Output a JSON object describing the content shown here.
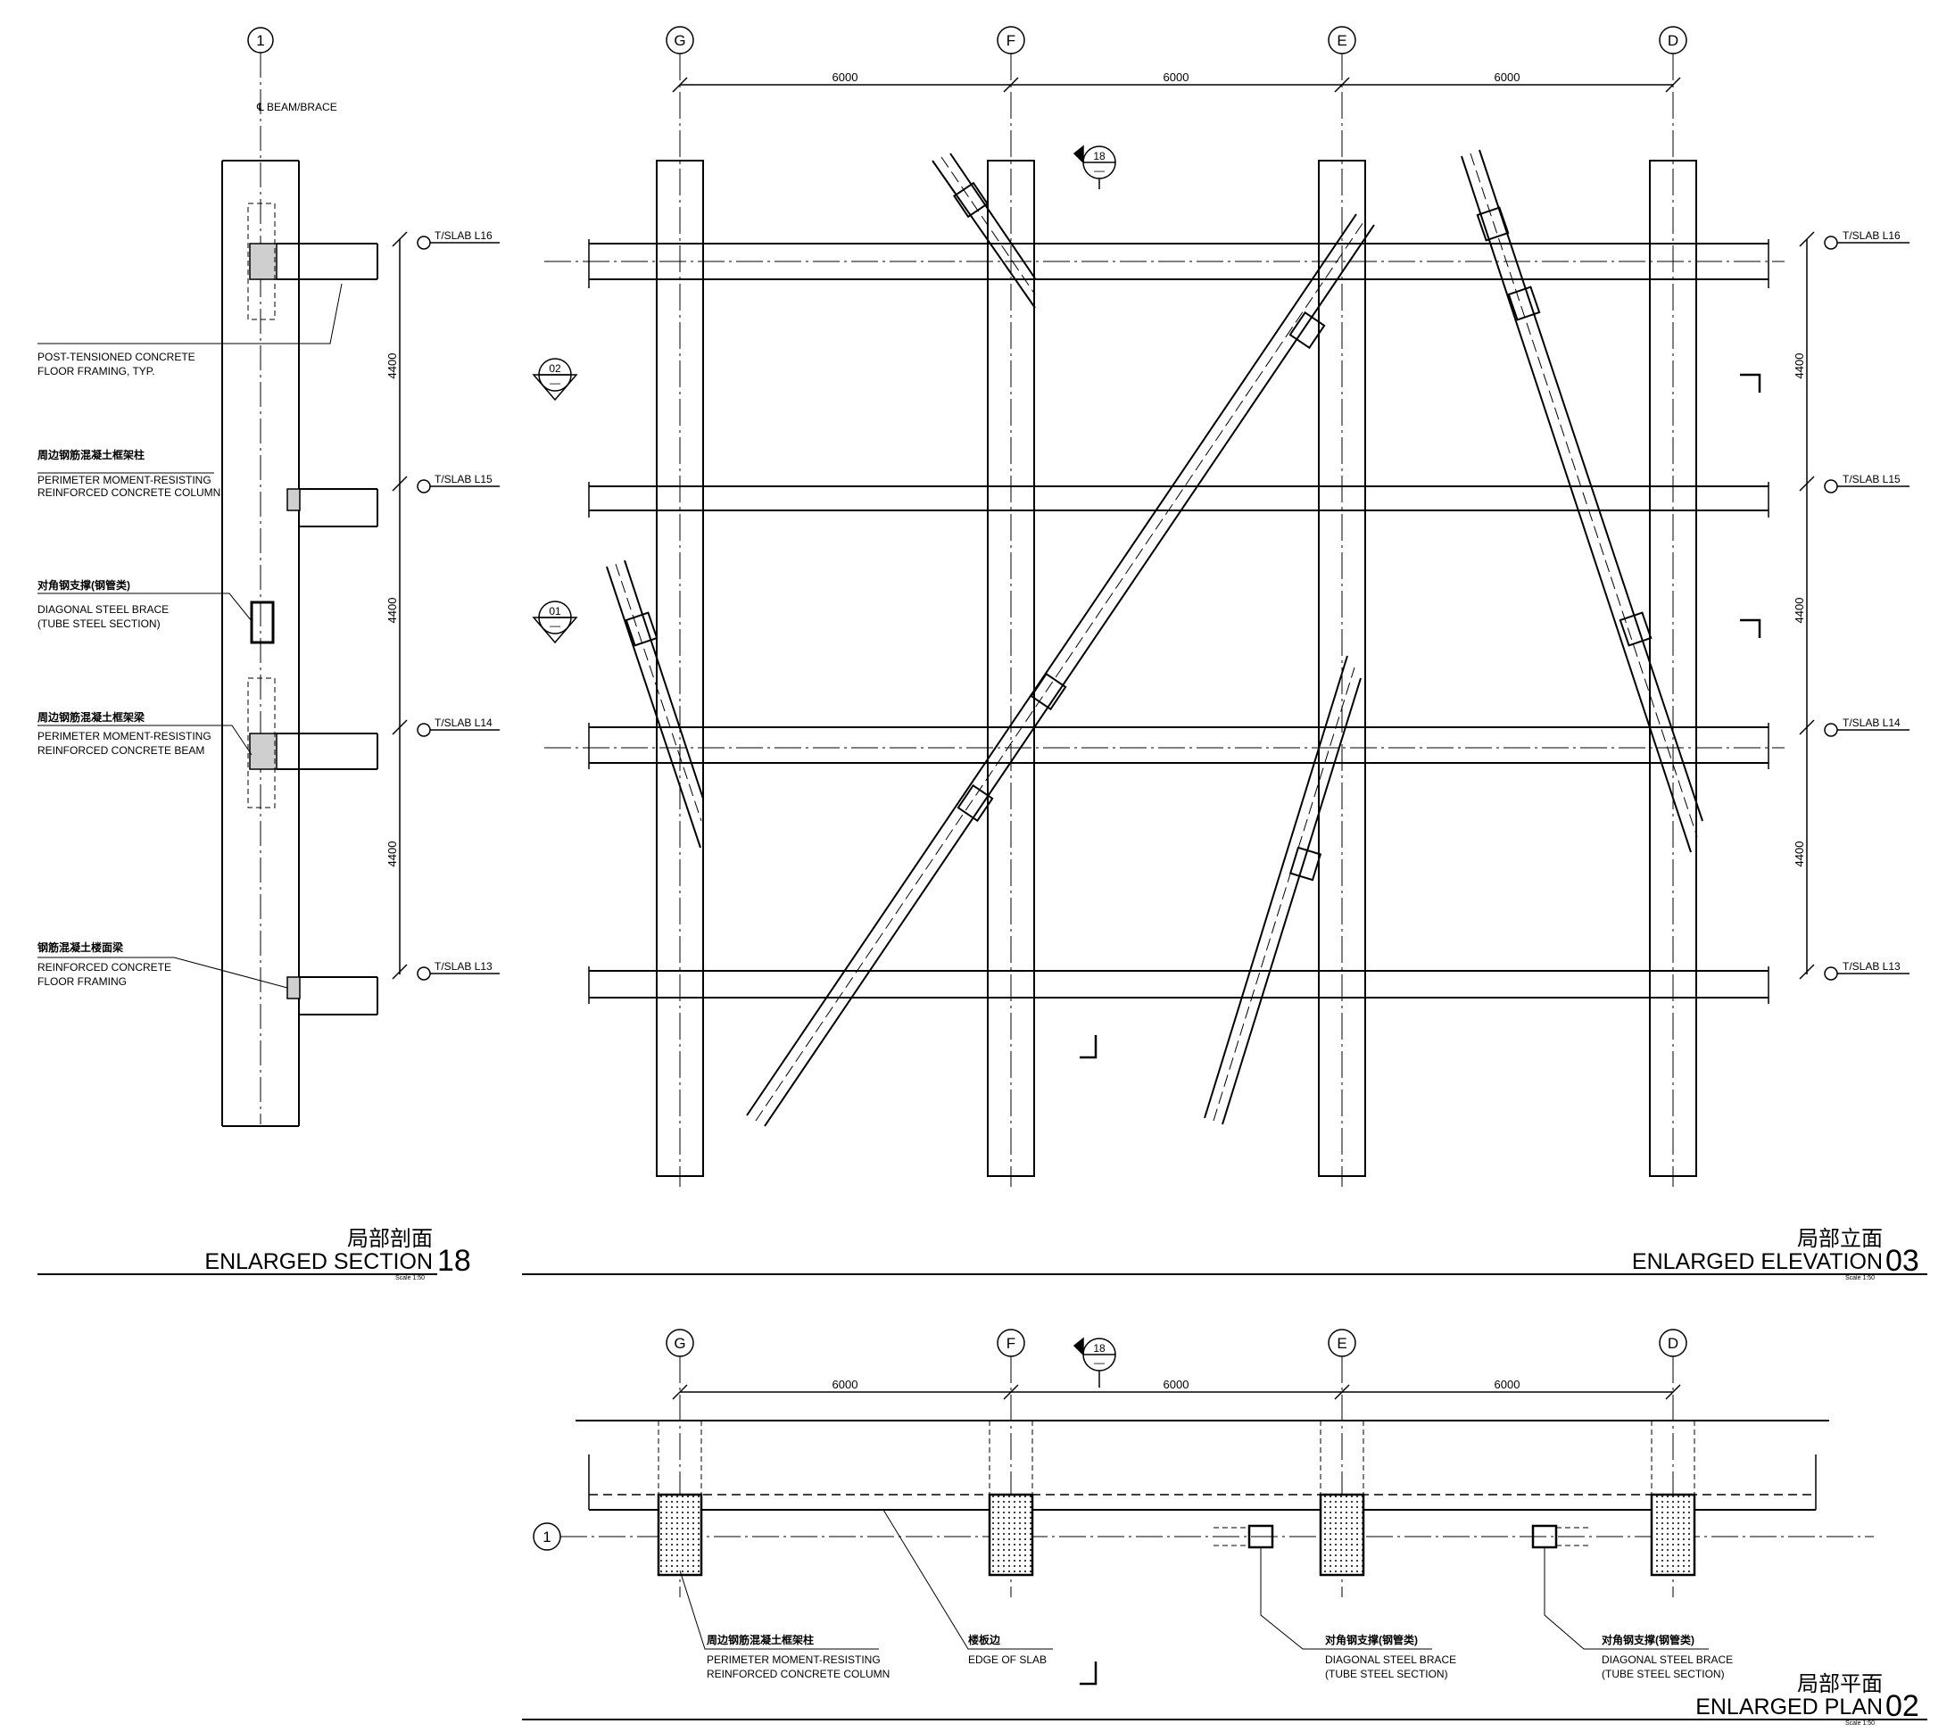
{
  "section": {
    "grid_label": "1",
    "beam_brace_label": "℄ BEAM/BRACE",
    "levels": [
      "T/SLAB L16",
      "T/SLAB L15",
      "T/SLAB L14",
      "T/SLAB L13"
    ],
    "dims": [
      "4400",
      "4400",
      "4400"
    ],
    "notes": [
      {
        "cn": "",
        "en1": "POST-TENSIONED CONCRETE",
        "en2": "FLOOR FRAMING, TYP."
      },
      {
        "cn": "周边钢筋混凝土框架柱",
        "en1": "PERIMETER MOMENT-RESISTING",
        "en2": "REINFORCED CONCRETE COLUMN"
      },
      {
        "cn": "对角钢支撑(钢管类)",
        "en1": "DIAGONAL STEEL BRACE",
        "en2": "(TUBE STEEL SECTION)"
      },
      {
        "cn": "周边钢筋混凝土框架梁",
        "en1": "PERIMETER MOMENT-RESISTING",
        "en2": "REINFORCED CONCRETE BEAM"
      },
      {
        "cn": "钢筋混凝土楼面梁",
        "en1": "REINFORCED CONCRETE",
        "en2": "FLOOR FRAMING"
      }
    ],
    "title_cn": "局部剖面",
    "title_en": "ENLARGED SECTION",
    "title_no": "18",
    "scale": "Scale 1:50"
  },
  "elevation": {
    "grids": [
      "G",
      "F",
      "E",
      "D"
    ],
    "dims": [
      "6000",
      "6000",
      "6000"
    ],
    "levels": [
      "T/SLAB L16",
      "T/SLAB L15",
      "T/SLAB L14",
      "T/SLAB L13"
    ],
    "vdims": [
      "4400",
      "4400",
      "4400"
    ],
    "callout_18": {
      "no": "18",
      "sub": "—"
    },
    "callout_02": {
      "no": "02",
      "sub": "—"
    },
    "callout_01": {
      "no": "01",
      "sub": "—"
    },
    "title_cn": "局部立面",
    "title_en": "ENLARGED ELEVATION",
    "title_no": "03",
    "scale": "Scale 1:50"
  },
  "plan": {
    "grids": [
      "G",
      "F",
      "E",
      "D"
    ],
    "row_grid": "1",
    "dims": [
      "6000",
      "6000",
      "6000"
    ],
    "callout_18": {
      "no": "18",
      "sub": "—"
    },
    "notes": [
      {
        "cn": "周边钢筋混凝土框架柱",
        "en1": "PERIMETER MOMENT-RESISTING",
        "en2": "REINFORCED CONCRETE COLUMN"
      },
      {
        "cn": "楼板边",
        "en1": "EDGE OF SLAB",
        "en2": ""
      },
      {
        "cn": "对角钢支撑(钢管类)",
        "en1": "DIAGONAL STEEL BRACE",
        "en2": "(TUBE STEEL SECTION)"
      },
      {
        "cn": "对角钢支撑(钢管类)",
        "en1": "DIAGONAL STEEL BRACE",
        "en2": "(TUBE STEEL SECTION)"
      }
    ],
    "title_cn": "局部平面",
    "title_en": "ENLARGED PLAN",
    "title_no": "02",
    "scale": "Scale 1:50"
  }
}
